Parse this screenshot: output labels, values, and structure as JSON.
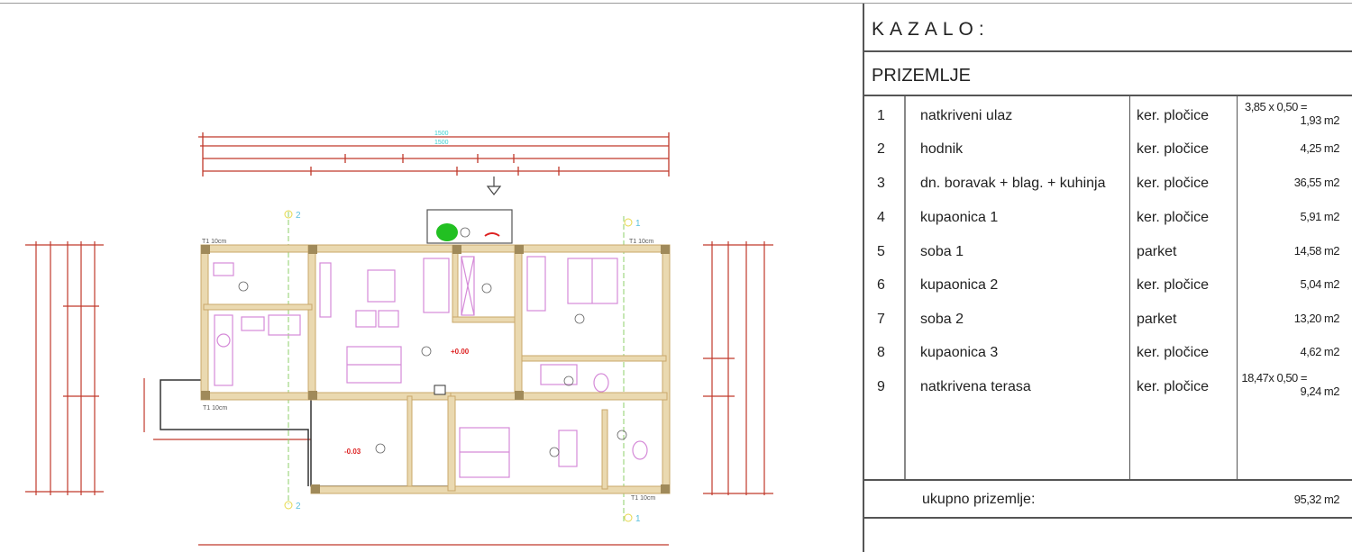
{
  "legend": {
    "title": "KAZALO:",
    "section": "PRIZEMLJE",
    "rows": [
      {
        "num": "1",
        "name": "natkriveni ulaz",
        "material": "ker. pločice",
        "calc": "3,85 x 0,50 =",
        "area": "1,93 m2"
      },
      {
        "num": "2",
        "name": "hodnik",
        "material": "ker. pločice",
        "area": "4,25 m2"
      },
      {
        "num": "3",
        "name": "dn. boravak + blag. + kuhinja",
        "material": "ker. pločice",
        "area": "36,55 m2"
      },
      {
        "num": "4",
        "name": "kupaonica 1",
        "material": "ker. pločice",
        "area": "5,91 m2"
      },
      {
        "num": "5",
        "name": "soba 1",
        "material": "parket",
        "area": "14,58 m2"
      },
      {
        "num": "6",
        "name": "kupaonica 2",
        "material": "ker. pločice",
        "area": "5,04 m2"
      },
      {
        "num": "7",
        "name": "soba 2",
        "material": "parket",
        "area": "13,20 m2"
      },
      {
        "num": "8",
        "name": "kupaonica 3",
        "material": "ker. pločice",
        "area": "4,62 m2"
      },
      {
        "num": "9",
        "name": "natkrivena terasa",
        "material": "ker. pločice",
        "calc": "18,47x 0,50 =",
        "area": "9,24 m2"
      }
    ],
    "total_label": "ukupno prizemlje:",
    "total_value": "95,32 m2"
  },
  "plan": {
    "overall_dim": "1500",
    "wall_label": "T1 10cm",
    "axis_1": "1",
    "axis_2": "2",
    "colors": {
      "wall": "#ead9b0",
      "furniture": "#d58ad8",
      "dimension": "#c0392b",
      "dim_text": "#3ad0d0",
      "annotation": "#3b6fb8"
    }
  }
}
